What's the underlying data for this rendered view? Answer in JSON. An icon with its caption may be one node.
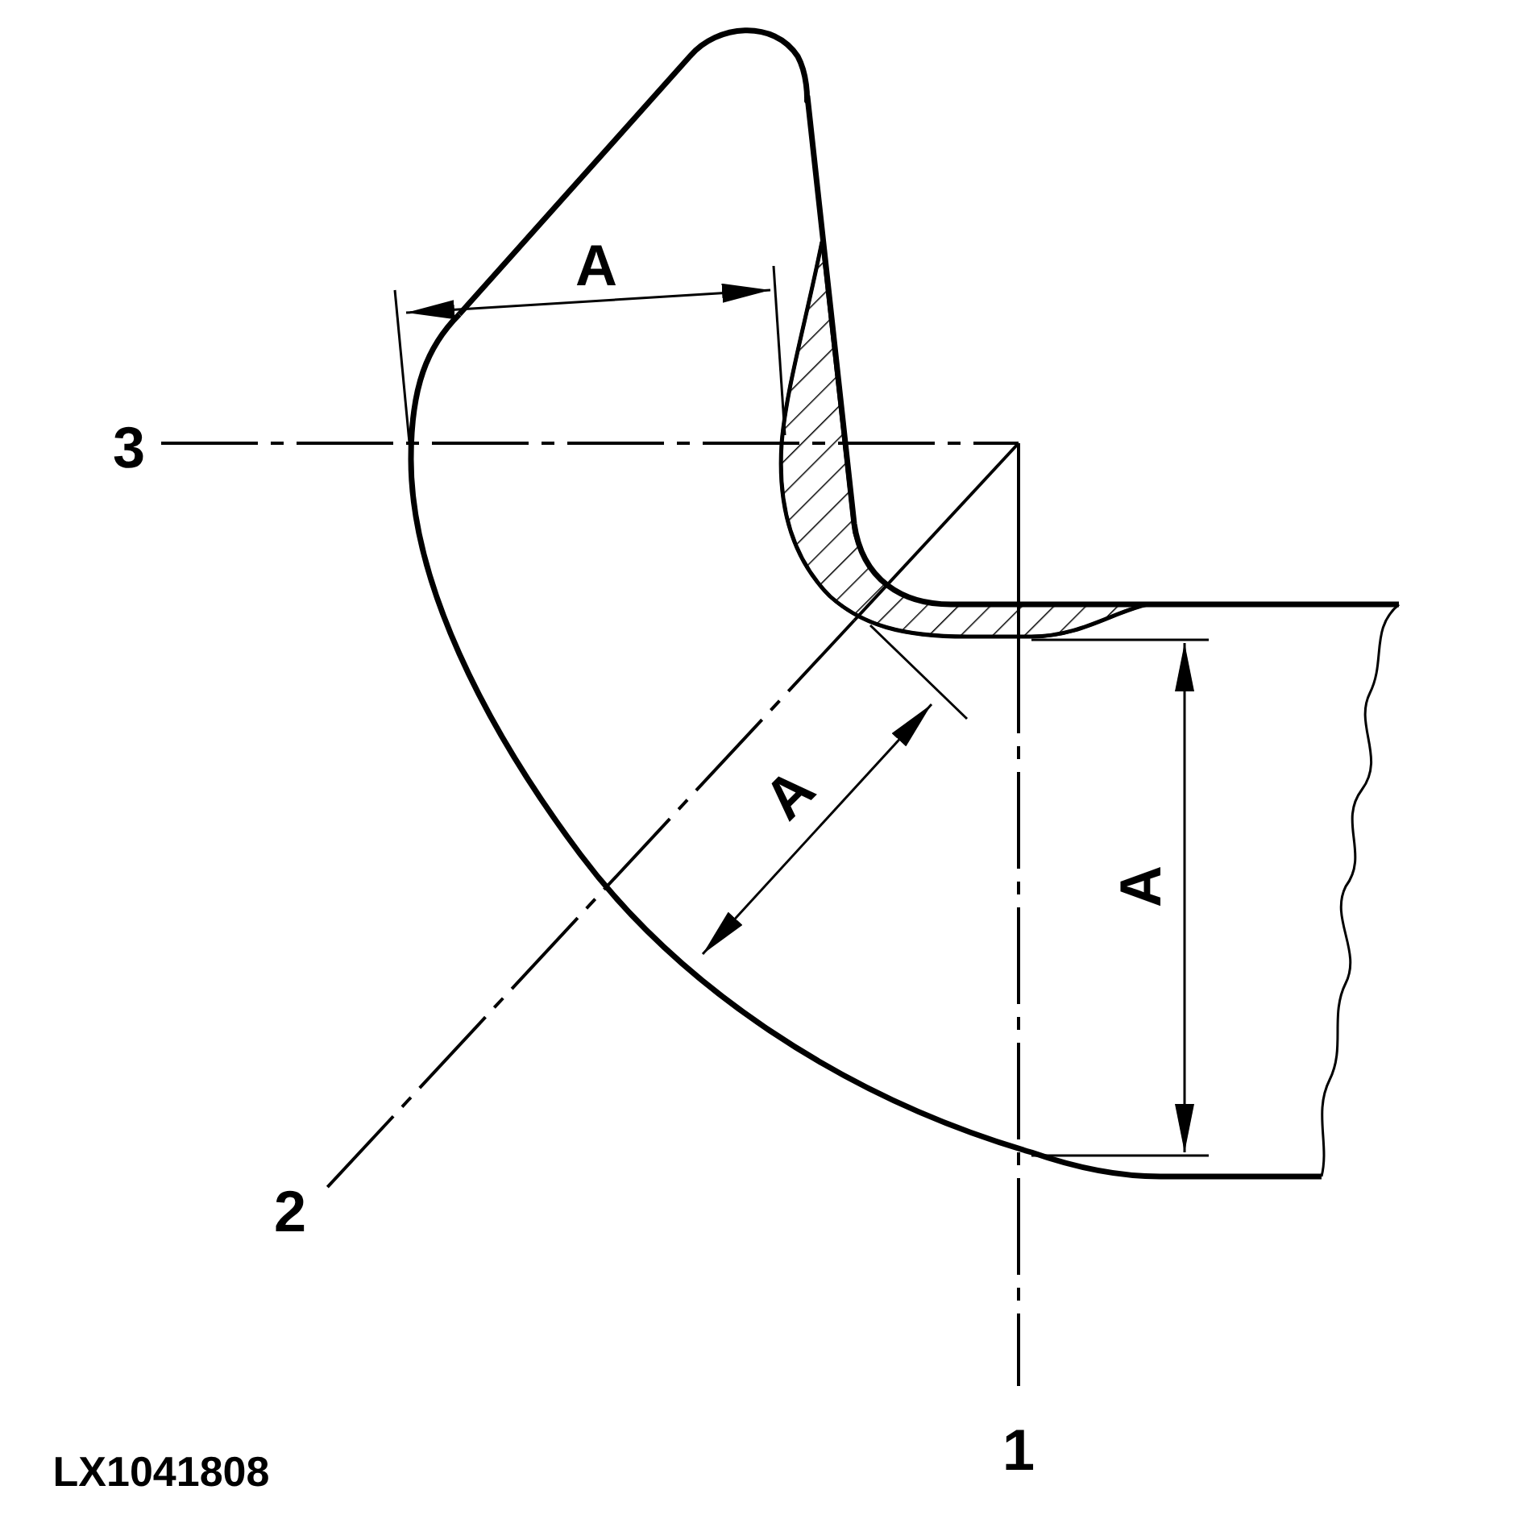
{
  "diagram": {
    "labels": [
      "A",
      "3",
      "A",
      "A",
      "2",
      "1",
      "LX1041808"
    ]
  }
}
